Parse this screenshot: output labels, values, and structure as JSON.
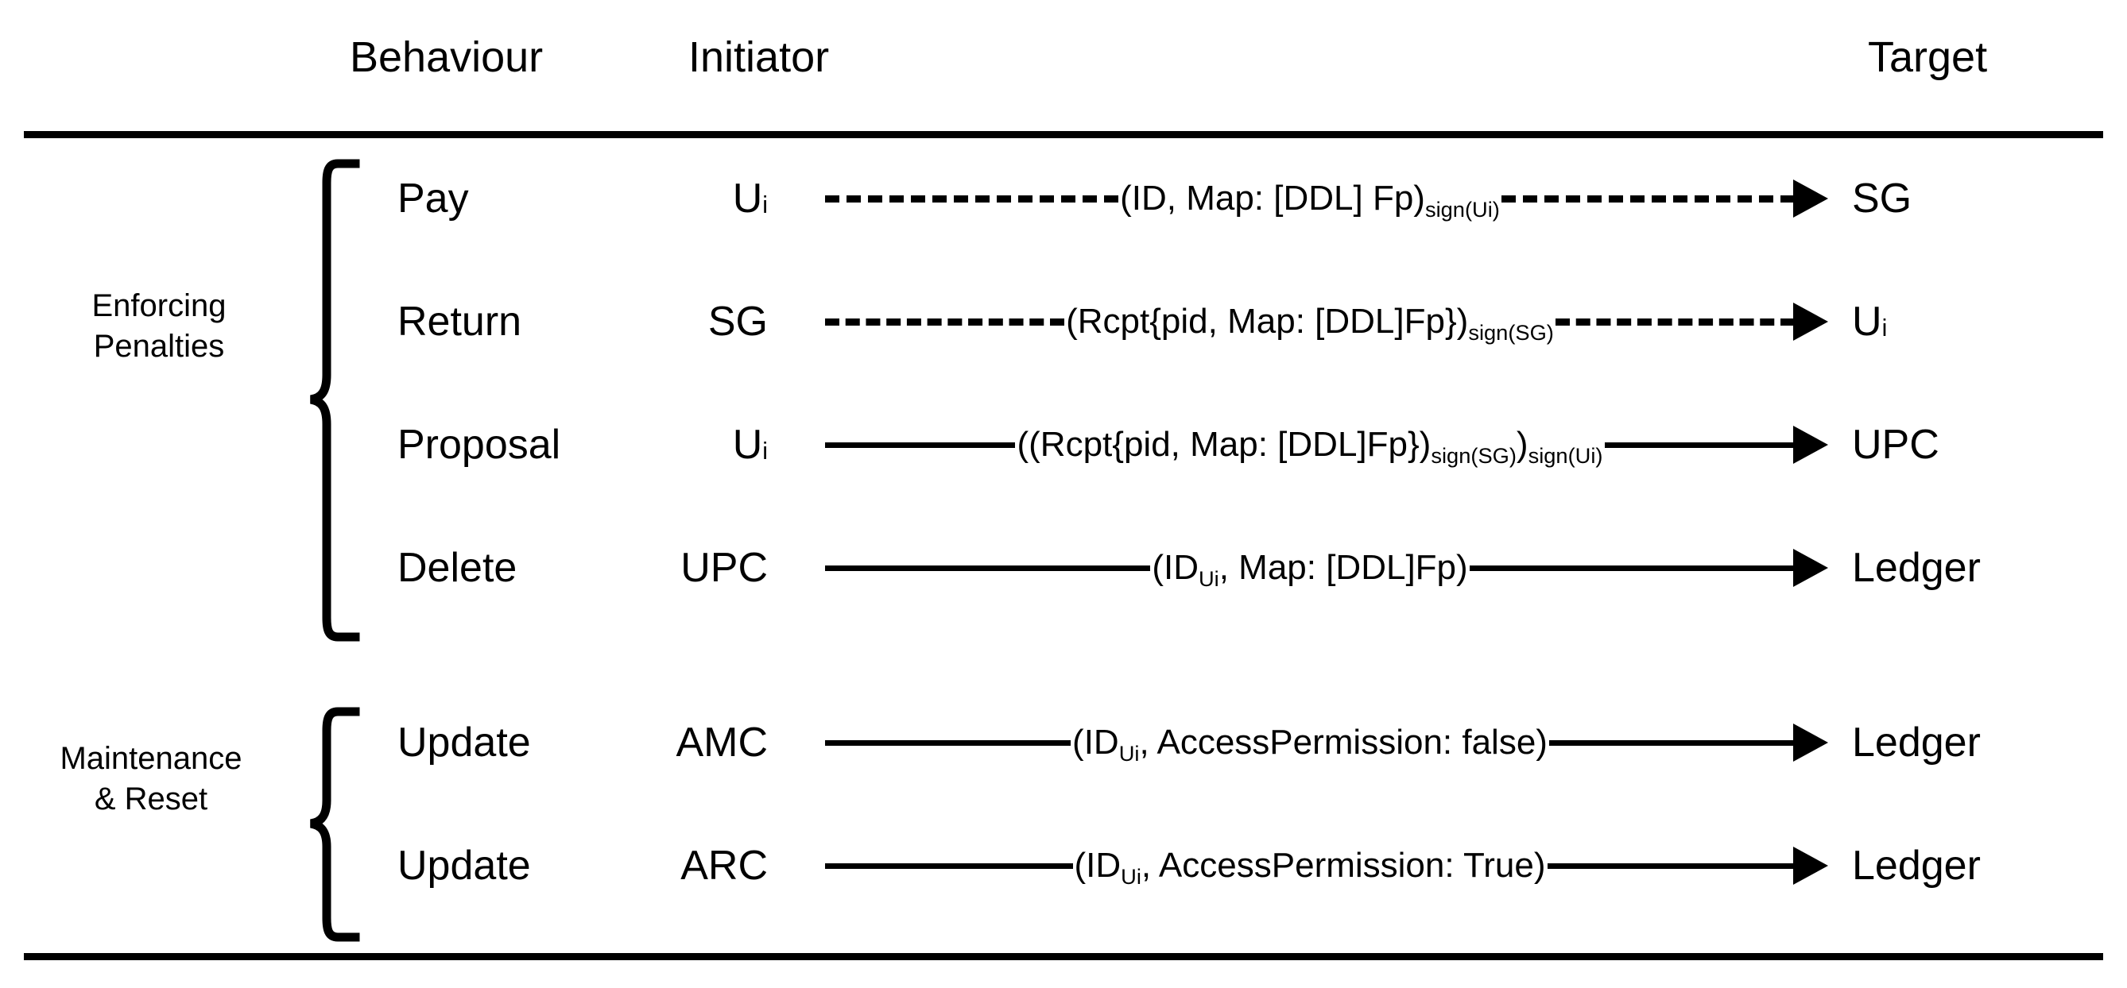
{
  "headers": {
    "behaviour": "Behaviour",
    "initiator": "Initiator",
    "target": "Target"
  },
  "groups": [
    {
      "label_line1": "Enforcing",
      "label_line2": "Penalties"
    },
    {
      "label_line1": "Maintenance",
      "label_line2": "& Reset"
    }
  ],
  "rows": [
    {
      "behaviour": "Pay",
      "initiator_base": "U",
      "initiator_sub": "i",
      "message_pre": "(ID, Map: [DDL] Fp)",
      "message_sub": "sign(Ui)",
      "message_post": "",
      "message_sub2": "",
      "line_style": "dashed",
      "target_base": "SG",
      "target_sub": ""
    },
    {
      "behaviour": "Return",
      "initiator_base": "SG",
      "initiator_sub": "",
      "message_pre": "(Rcpt{pid, Map: [DDL]Fp})",
      "message_sub": "sign(SG)",
      "message_post": "",
      "message_sub2": "",
      "line_style": "dashed",
      "target_base": "U",
      "target_sub": "i"
    },
    {
      "behaviour": "Proposal",
      "initiator_base": "U",
      "initiator_sub": "i",
      "message_pre": "((Rcpt{pid, Map: [DDL]Fp})",
      "message_sub": "sign(SG)",
      "message_post": ")",
      "message_sub2": "sign(Ui)",
      "line_style": "solid",
      "target_base": "UPC",
      "target_sub": ""
    },
    {
      "behaviour": "Delete",
      "initiator_base": "UPC",
      "initiator_sub": "",
      "message_pre": "(ID",
      "message_sub": "Ui",
      "message_post": ", Map: [DDL]Fp)",
      "message_sub2": "",
      "line_style": "solid",
      "target_base": "Ledger",
      "target_sub": ""
    },
    {
      "behaviour": "Update",
      "initiator_base": "AMC",
      "initiator_sub": "",
      "message_pre": "(ID",
      "message_sub": "Ui",
      "message_post": ", AccessPermission: false)",
      "message_sub2": "",
      "line_style": "solid",
      "target_base": "Ledger",
      "target_sub": ""
    },
    {
      "behaviour": "Update",
      "initiator_base": "ARC",
      "initiator_sub": "",
      "message_pre": "(ID",
      "message_sub": "Ui",
      "message_post": ", AccessPermission: True)",
      "message_sub2": "",
      "line_style": "solid",
      "target_base": "Ledger",
      "target_sub": ""
    }
  ],
  "colors": {
    "ink": "#000000",
    "paper": "#ffffff"
  }
}
